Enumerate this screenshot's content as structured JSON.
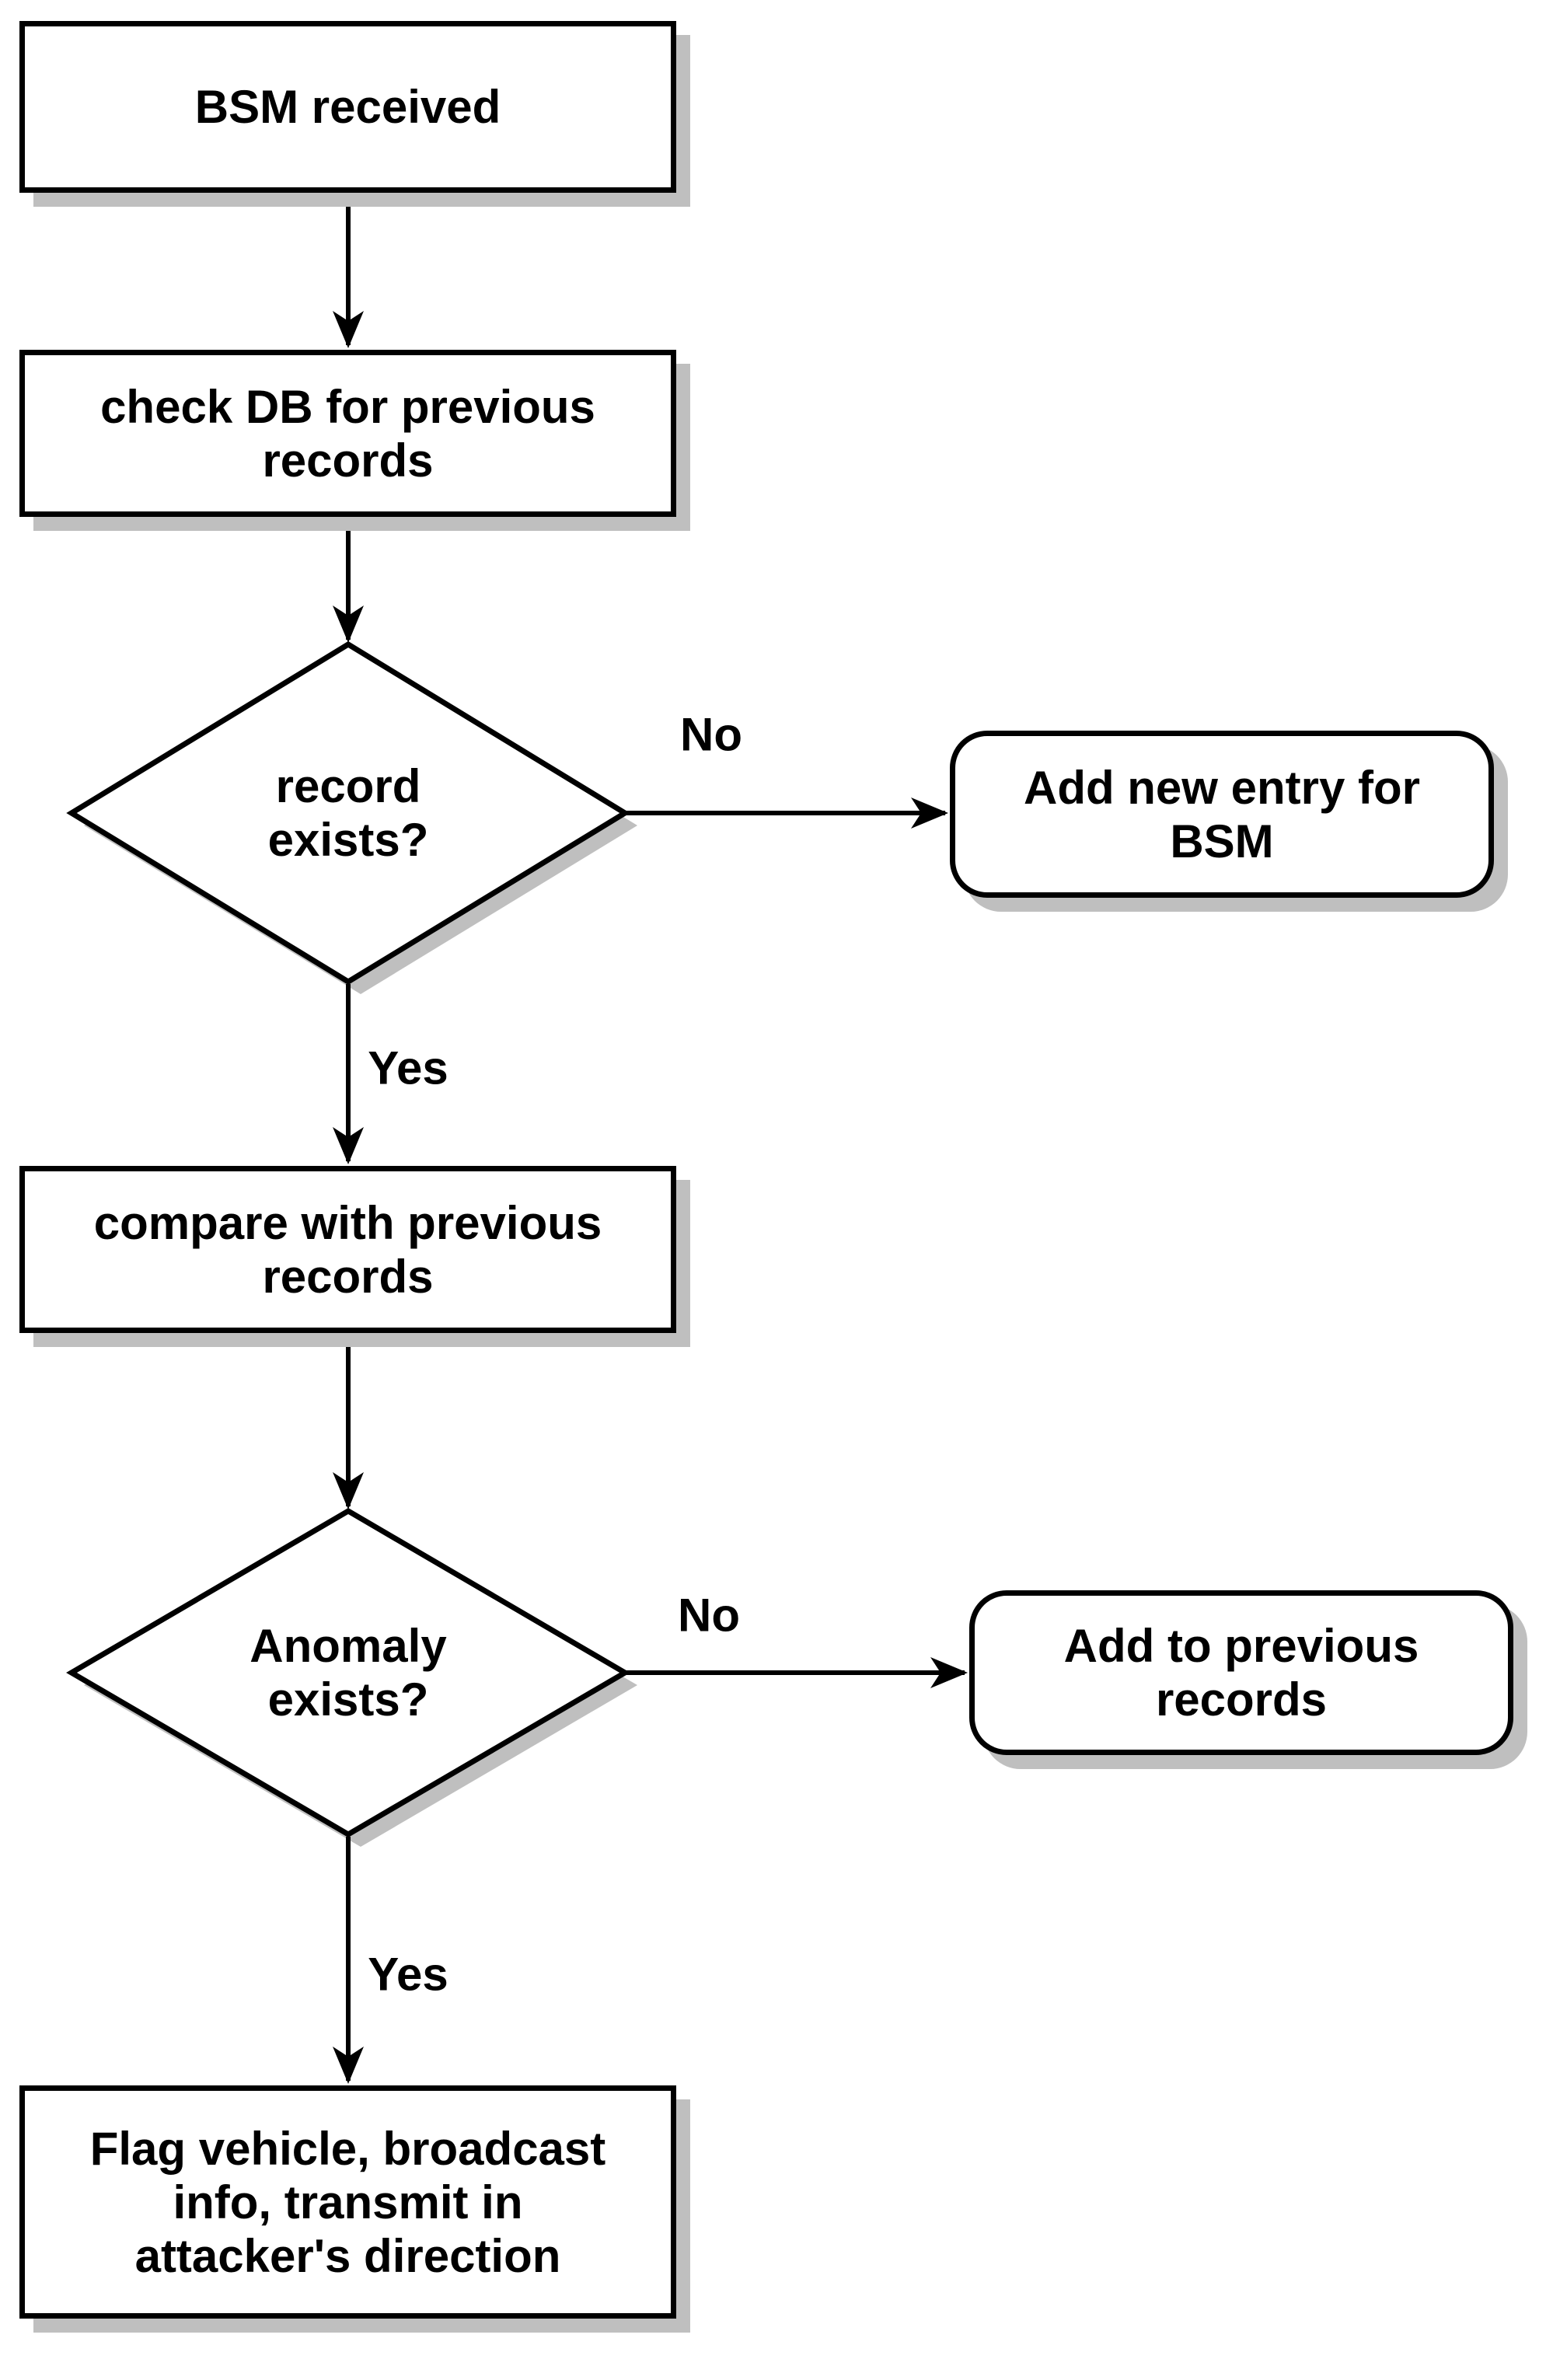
{
  "diagram": {
    "type": "flowchart",
    "colors": {
      "background": "#ffffff",
      "node_fill": "#ffffff",
      "node_border": "#000000",
      "shadow": "#bfbfbf",
      "text": "#000000"
    },
    "nodes": {
      "start": {
        "shape": "rectangle",
        "label": "BSM received"
      },
      "check_db": {
        "shape": "rectangle",
        "label": "check DB for previous\nrecords"
      },
      "record_exists": {
        "shape": "diamond",
        "label": "record\nexists?"
      },
      "add_new_entry": {
        "shape": "rounded-rectangle",
        "label": "Add new entry for\nBSM"
      },
      "compare": {
        "shape": "rectangle",
        "label": "compare with previous\nrecords"
      },
      "anomaly_exists": {
        "shape": "diamond",
        "label": "Anomaly\nexists?"
      },
      "add_to_previous": {
        "shape": "rounded-rectangle",
        "label": "Add to previous\nrecords"
      },
      "flag_vehicle": {
        "shape": "rectangle",
        "label": "Flag vehicle, broadcast\ninfo, transmit in\nattacker's direction"
      }
    },
    "edges": [
      {
        "from": "start",
        "to": "check_db",
        "label": ""
      },
      {
        "from": "check_db",
        "to": "record_exists",
        "label": ""
      },
      {
        "from": "record_exists",
        "to": "add_new_entry",
        "label": "No"
      },
      {
        "from": "record_exists",
        "to": "compare",
        "label": "Yes"
      },
      {
        "from": "compare",
        "to": "anomaly_exists",
        "label": ""
      },
      {
        "from": "anomaly_exists",
        "to": "add_to_previous",
        "label": "No"
      },
      {
        "from": "anomaly_exists",
        "to": "flag_vehicle",
        "label": "Yes"
      }
    ]
  }
}
